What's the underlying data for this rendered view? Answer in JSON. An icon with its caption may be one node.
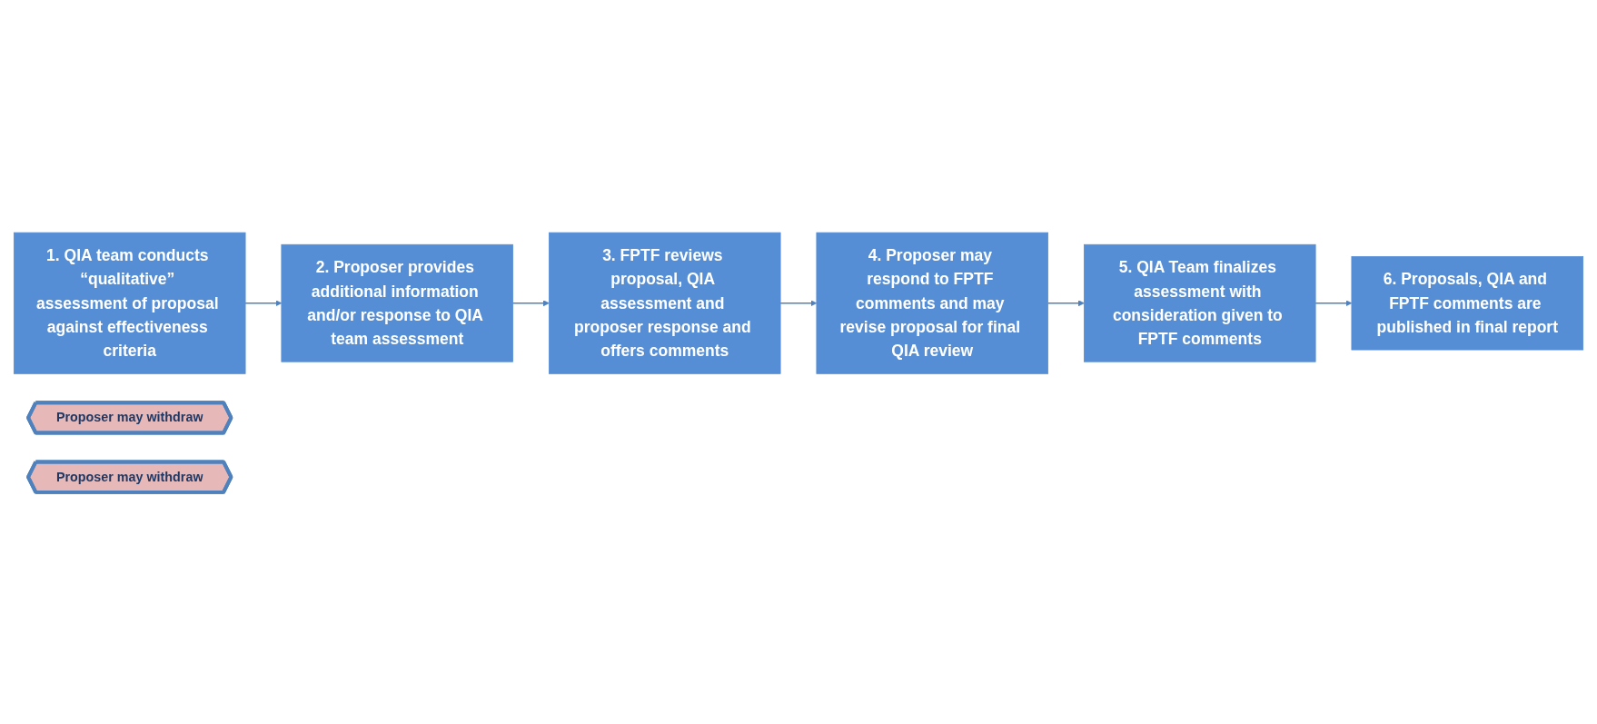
{
  "diagram": {
    "nodes": [
      {
        "text": [
          "1. QIA team conducts “qualitative” assessment of proposal against effectiveness criteria"
        ]
      },
      {
        "text": [
          "Proposer may withdraw"
        ]
      },
      {
        "text": [
          "2. Proposer provides additional information and/or response to QIA team assessment"
        ]
      },
      {
        "text": [
          "3. FPTF reviews proposal, QIA assessment and proposer response and offers comments"
        ]
      },
      {
        "text": [
          "Proposer may withdraw"
        ]
      },
      {
        "text": [
          "4. Proposer may respond to FPTF comments and may revise proposal for final QIA review"
        ]
      },
      {
        "text": [
          "5. QIA Team finalizes assessment with consideration given to FPTF comments"
        ]
      },
      {
        "text": [
          "6. Proposals, QIA and FPTF comments are published in final report"
        ]
      }
    ],
    "edges": [
      {
        "from": 0,
        "to": 2,
        "arrow": "to"
      },
      {
        "from": 2,
        "to": 3,
        "arrow": "to"
      },
      {
        "from": 3,
        "to": 5,
        "arrow": "to"
      },
      {
        "from": 5,
        "to": 6,
        "arrow": "to"
      },
      {
        "from": 6,
        "to": 7,
        "arrow": "to"
      }
    ]
  }
}
